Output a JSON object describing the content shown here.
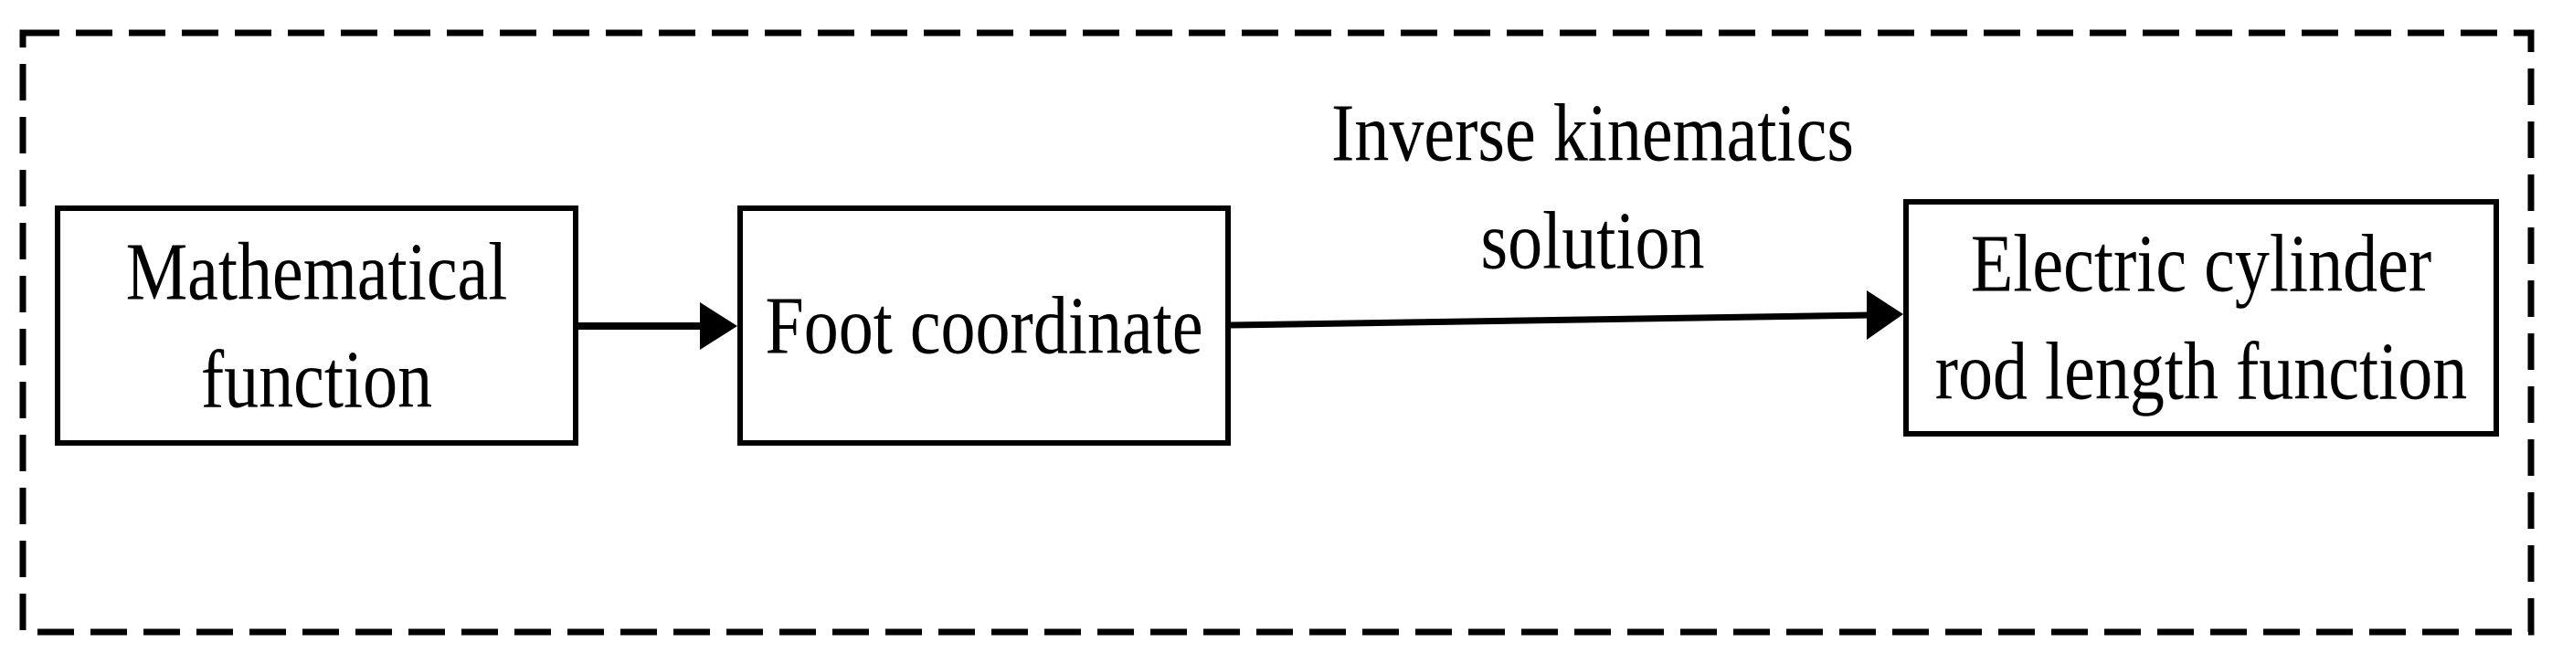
{
  "figure": {
    "background_color": "#ffffff",
    "line_color": "#000000",
    "border_style": "dashed-rectangle",
    "nodes": [
      {
        "id": "mathematical-function",
        "lines": [
          "Mathematical",
          "function"
        ]
      },
      {
        "id": "foot-coordinate",
        "lines": [
          "Foot coordinate"
        ]
      },
      {
        "id": "electric-cylinder-rod-length-function",
        "lines": [
          "Electric cylinder",
          "rod length function"
        ]
      }
    ],
    "edges": [
      {
        "from": "mathematical-function",
        "to": "foot-coordinate",
        "label": ""
      },
      {
        "from": "foot-coordinate",
        "to": "electric-cylinder-rod-length-function",
        "label": "Inverse kinematics solution"
      }
    ],
    "edge_label": {
      "lines": [
        "Inverse kinematics",
        "solution"
      ]
    }
  }
}
